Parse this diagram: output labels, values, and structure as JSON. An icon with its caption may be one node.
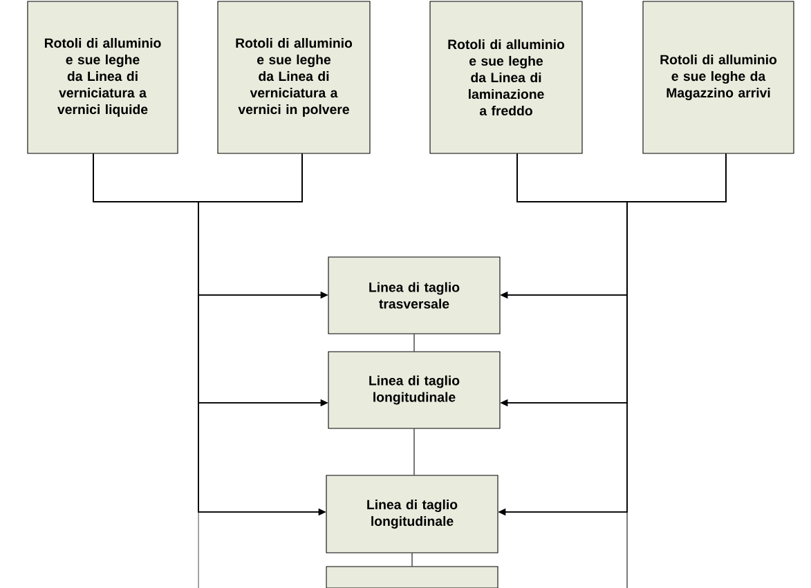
{
  "diagram": {
    "nodes": [
      {
        "text": [
          "Rotoli di alluminio e sue leghe da Linea di verniciatura a vernici liquide"
        ]
      },
      {
        "text": [
          "Rotoli di alluminio e sue leghe da Linea di verniciatura a vernici in polvere"
        ]
      },
      {
        "text": [
          "Rotoli di alluminio e sue leghe da Linea di laminazione a freddo"
        ]
      },
      {
        "text": [
          "Rotoli di alluminio e sue leghe da Magazzino arrivi"
        ]
      },
      {
        "text": [
          "Linea di taglio trasversale"
        ]
      },
      {
        "text": [
          "Linea di taglio longitudinale"
        ]
      },
      {
        "text": [
          "Linea di taglio longitudinale"
        ]
      },
      {
        "text": [],
        "shape": "box"
      }
    ],
    "edges": [
      {
        "from": 0,
        "to": 4,
        "arrow": "to"
      },
      {
        "from": 1,
        "to": 4,
        "arrow": "to"
      },
      {
        "from": 2,
        "to": 4,
        "arrow": "to"
      },
      {
        "from": 3,
        "to": 4,
        "arrow": "to"
      },
      {
        "from": 0,
        "to": 5,
        "arrow": "to"
      },
      {
        "from": 1,
        "to": 5,
        "arrow": "to"
      },
      {
        "from": 2,
        "to": 5,
        "arrow": "to"
      },
      {
        "from": 3,
        "to": 5,
        "arrow": "to"
      },
      {
        "from": 0,
        "to": 6,
        "arrow": "to"
      },
      {
        "from": 1,
        "to": 6,
        "arrow": "to"
      },
      {
        "from": 2,
        "to": 6,
        "arrow": "to"
      },
      {
        "from": 3,
        "to": 6,
        "arrow": "to"
      },
      {
        "from": 4,
        "to": 5,
        "arrow": "none"
      },
      {
        "from": 5,
        "to": 6,
        "arrow": "none"
      },
      {
        "from": 6,
        "to": 7,
        "arrow": "none"
      }
    ]
  }
}
